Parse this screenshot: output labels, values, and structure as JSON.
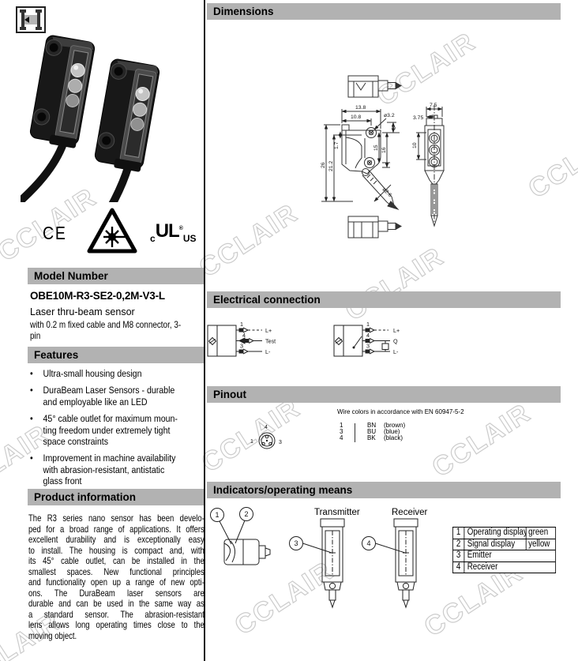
{
  "watermark": "CCLAIR",
  "logos": {
    "ce": "CE",
    "ul_c": "c",
    "ul": "UL",
    "ul_reg": "®",
    "ul_us": "US"
  },
  "left": {
    "model_number": {
      "header": "Model Number",
      "model": "OBE10M-R3-SE2-0,2M-V3-L",
      "subtitle": "Laser thru-beam sensor",
      "description": "with 0.2 m fixed cable and M8 connector, 3-\npin"
    },
    "features": {
      "header": "Features",
      "bullet": "•",
      "items": [
        "Ultra-small housing design",
        "DuraBeam Laser Sensors - durable\nand employable like an LED",
        "45° cable outlet for maximum moun-\nting freedom under extremely tight\nspace constraints",
        "Improvement in machine availability\nwith abrasion-resistant, antistatic\nglass front"
      ]
    },
    "product_information": {
      "header": "Product information",
      "lines": [
        "The R3 series nano sensor has been develo-",
        "ped for a broad range of applications. It offers",
        "excellent durability and is exceptionally easy",
        "to install. The housing is compact and, with",
        "its 45° cable outlet, can be installed in the",
        "smallest spaces. New functional principles",
        "and functionality open up a range of new opti-",
        "ons. The DuraBeam laser sensors are",
        "durable and can be used in the same way as",
        "a standard sensor. The abrasion-resistant",
        "lens allows long operating times close to the",
        "moving object."
      ]
    }
  },
  "dimensions": {
    "header": "Dimensions",
    "labels": {
      "w138": "13.8",
      "w108": "10.8",
      "hole": "ø3.2",
      "d3": "3",
      "d17": "1.7",
      "h212": "21.2",
      "h26": "26",
      "d15": "15",
      "d16": "16",
      "cable": "ø2.6",
      "s75": "7.5",
      "s375": "3.75",
      "s10": "10"
    }
  },
  "electrical": {
    "header": "Electrical connection",
    "diagram1": {
      "pin1": "1",
      "pin4": "4",
      "pin3": "3",
      "label1": "L+",
      "label4": "Test",
      "label3": "L-"
    },
    "diagram2": {
      "pin1": "1",
      "pin4": "4",
      "pin3": "3",
      "label1": "L+",
      "label4": "Q",
      "label3": "L-"
    }
  },
  "pinout": {
    "header": "Pinout",
    "note": "Wire colors in accordance with EN 60947-5-2",
    "pin_top": "4",
    "pin_left": "1",
    "pin_right": "3",
    "wires": [
      {
        "pin": "1",
        "code": "BN",
        "color": "(brown)"
      },
      {
        "pin": "3",
        "code": "BU",
        "color": "(blue)"
      },
      {
        "pin": "4",
        "code": "BK",
        "color": "(black)"
      }
    ]
  },
  "indicators": {
    "header": "Indicators/operating means",
    "transmitter": "Transmitter",
    "receiver": "Receiver",
    "callout1": "1",
    "callout2": "2",
    "callout3": "3",
    "callout4": "4",
    "table": [
      {
        "num": "1",
        "label": "Operating display",
        "value": "green"
      },
      {
        "num": "2",
        "label": "Signal display",
        "value": "yellow"
      },
      {
        "num": "3",
        "label": "Emitter",
        "value": ""
      },
      {
        "num": "4",
        "label": "Receiver",
        "value": ""
      }
    ]
  }
}
